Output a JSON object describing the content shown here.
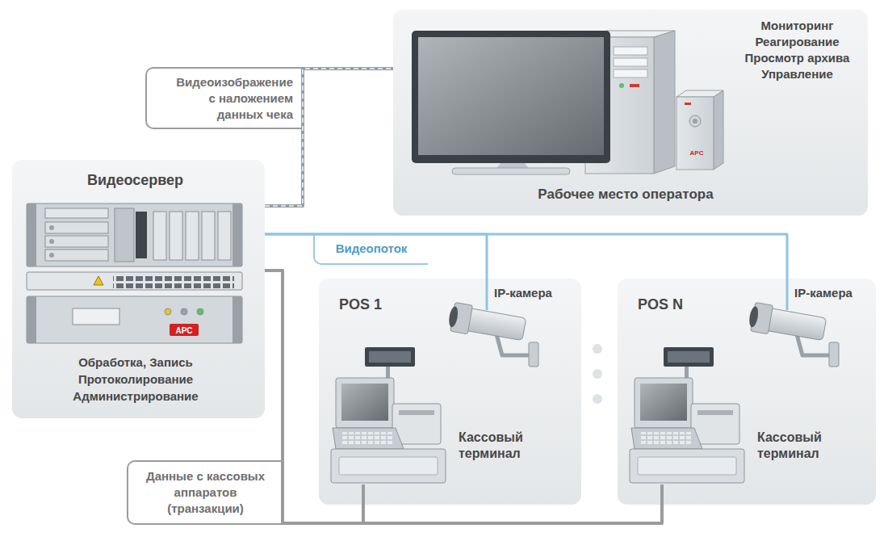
{
  "diagram": {
    "nodes": [
      {
        "text": [
          "Мониторинг Реагирование Просмотр архива Управление",
          "Рабочее место оператора"
        ]
      },
      {
        "text": [
          "Видеосервер",
          "Обработка, Запись Протоколирование Администрирование"
        ]
      },
      {
        "text": [
          "POS 1"
        ]
      },
      {
        "text": [
          "IP-камера"
        ],
        "in": 2
      },
      {
        "text": [
          "Кассовый терминал"
        ],
        "in": 2
      },
      {
        "text": [
          "POS N"
        ]
      },
      {
        "text": [
          "IP-камера"
        ],
        "in": 5
      },
      {
        "text": [
          "Кассовый терминал"
        ],
        "in": 5
      }
    ],
    "edges": [
      {
        "from": 1,
        "to": 0,
        "label": "Видеоизображение с наложением данных чека",
        "arrow": "none"
      },
      {
        "from": 1,
        "to": 3,
        "label": "Видеопоток",
        "arrow": "none"
      },
      {
        "from": 1,
        "to": 6,
        "arrow": "none"
      },
      {
        "from": 4,
        "to": 1,
        "label": "Данные с кассовых аппаратов (транзакции)",
        "arrow": "none"
      },
      {
        "from": 7,
        "to": 1,
        "arrow": "none"
      }
    ],
    "labels": [
      "APC",
      "APC"
    ]
  }
}
